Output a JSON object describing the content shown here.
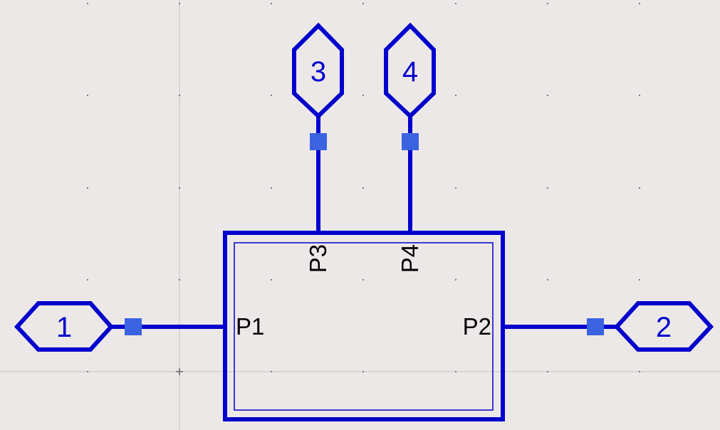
{
  "colors": {
    "background": "#ede8e8",
    "wire": "#0000cc",
    "port_text": "#0000cc",
    "pin_text": "#000000",
    "node": "#3b63e0",
    "grid_dot": "#555555",
    "guide_line": "#c8c2c2"
  },
  "component": {
    "pins": {
      "p1": "P1",
      "p2": "P2",
      "p3": "P3",
      "p4": "P4"
    }
  },
  "ports": {
    "port1": "1",
    "port2": "2",
    "port3": "3",
    "port4": "4"
  }
}
